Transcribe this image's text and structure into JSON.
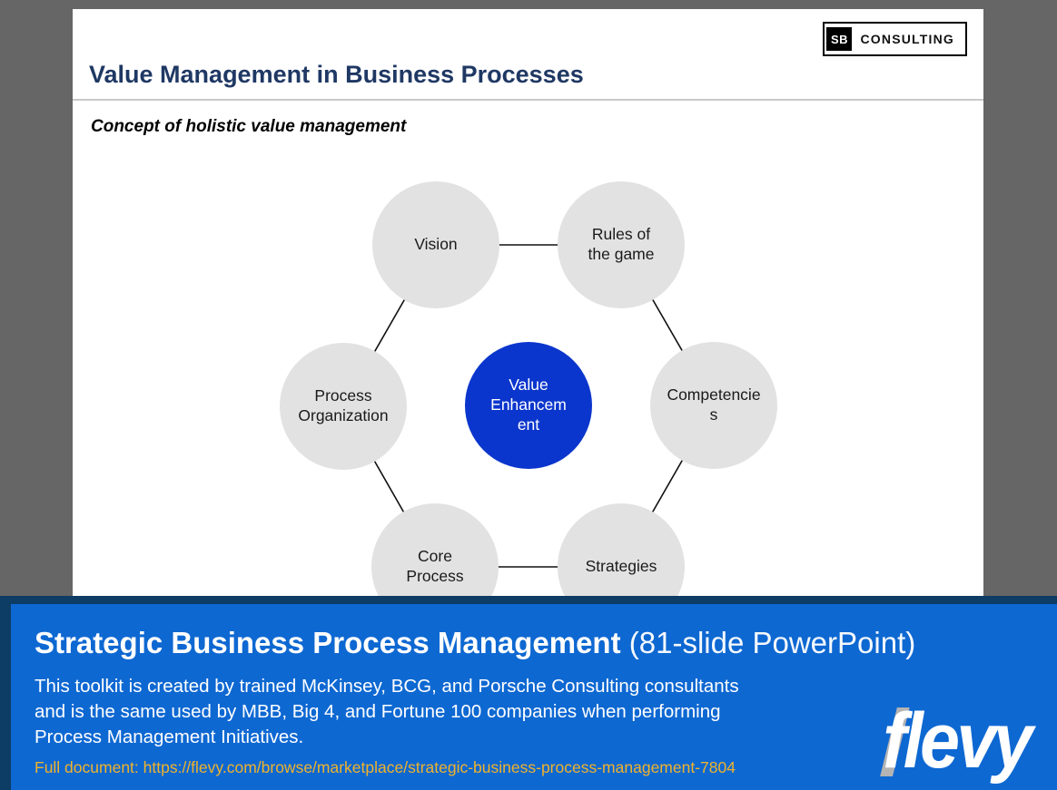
{
  "colors": {
    "page_background": "#666666",
    "slide_background": "#ffffff",
    "title_navy": "#1f3864",
    "node_gray": "#e2e2e2",
    "center_node_blue": "#0b36cd",
    "banner_blue": "#0e68d2",
    "banner_navy": "#0d3c64",
    "link_yellow": "#efb32c",
    "flevy_accent_gray": "#b4b4b4"
  },
  "slide": {
    "logo": {
      "abbr": "SB",
      "name": "CONSULTING"
    },
    "title": "Value Management in Business Processes",
    "subtitle": "Concept of holistic value management",
    "diagram": {
      "center": {
        "label": "Value Enhancement"
      },
      "nodes": [
        {
          "label": "Vision"
        },
        {
          "label": "Rules of the game"
        },
        {
          "label": "Competencies"
        },
        {
          "label": "Strategies"
        },
        {
          "label": "Core Process"
        },
        {
          "label": "Process Organization"
        }
      ]
    }
  },
  "banner": {
    "title_bold": "Strategic Business Process Management",
    "title_suffix": " (81-slide PowerPoint)",
    "description_lines": [
      "This toolkit is created by trained McKinsey, BCG, and Porsche Consulting consultants",
      "and is the same used by MBB, Big 4, and Fortune 100 companies when performing",
      "Process Management Initiatives."
    ],
    "link_prefix": "Full document: ",
    "link_url": "https://flevy.com/browse/marketplace/strategic-business-process-management-7804",
    "brand": "flevy"
  }
}
